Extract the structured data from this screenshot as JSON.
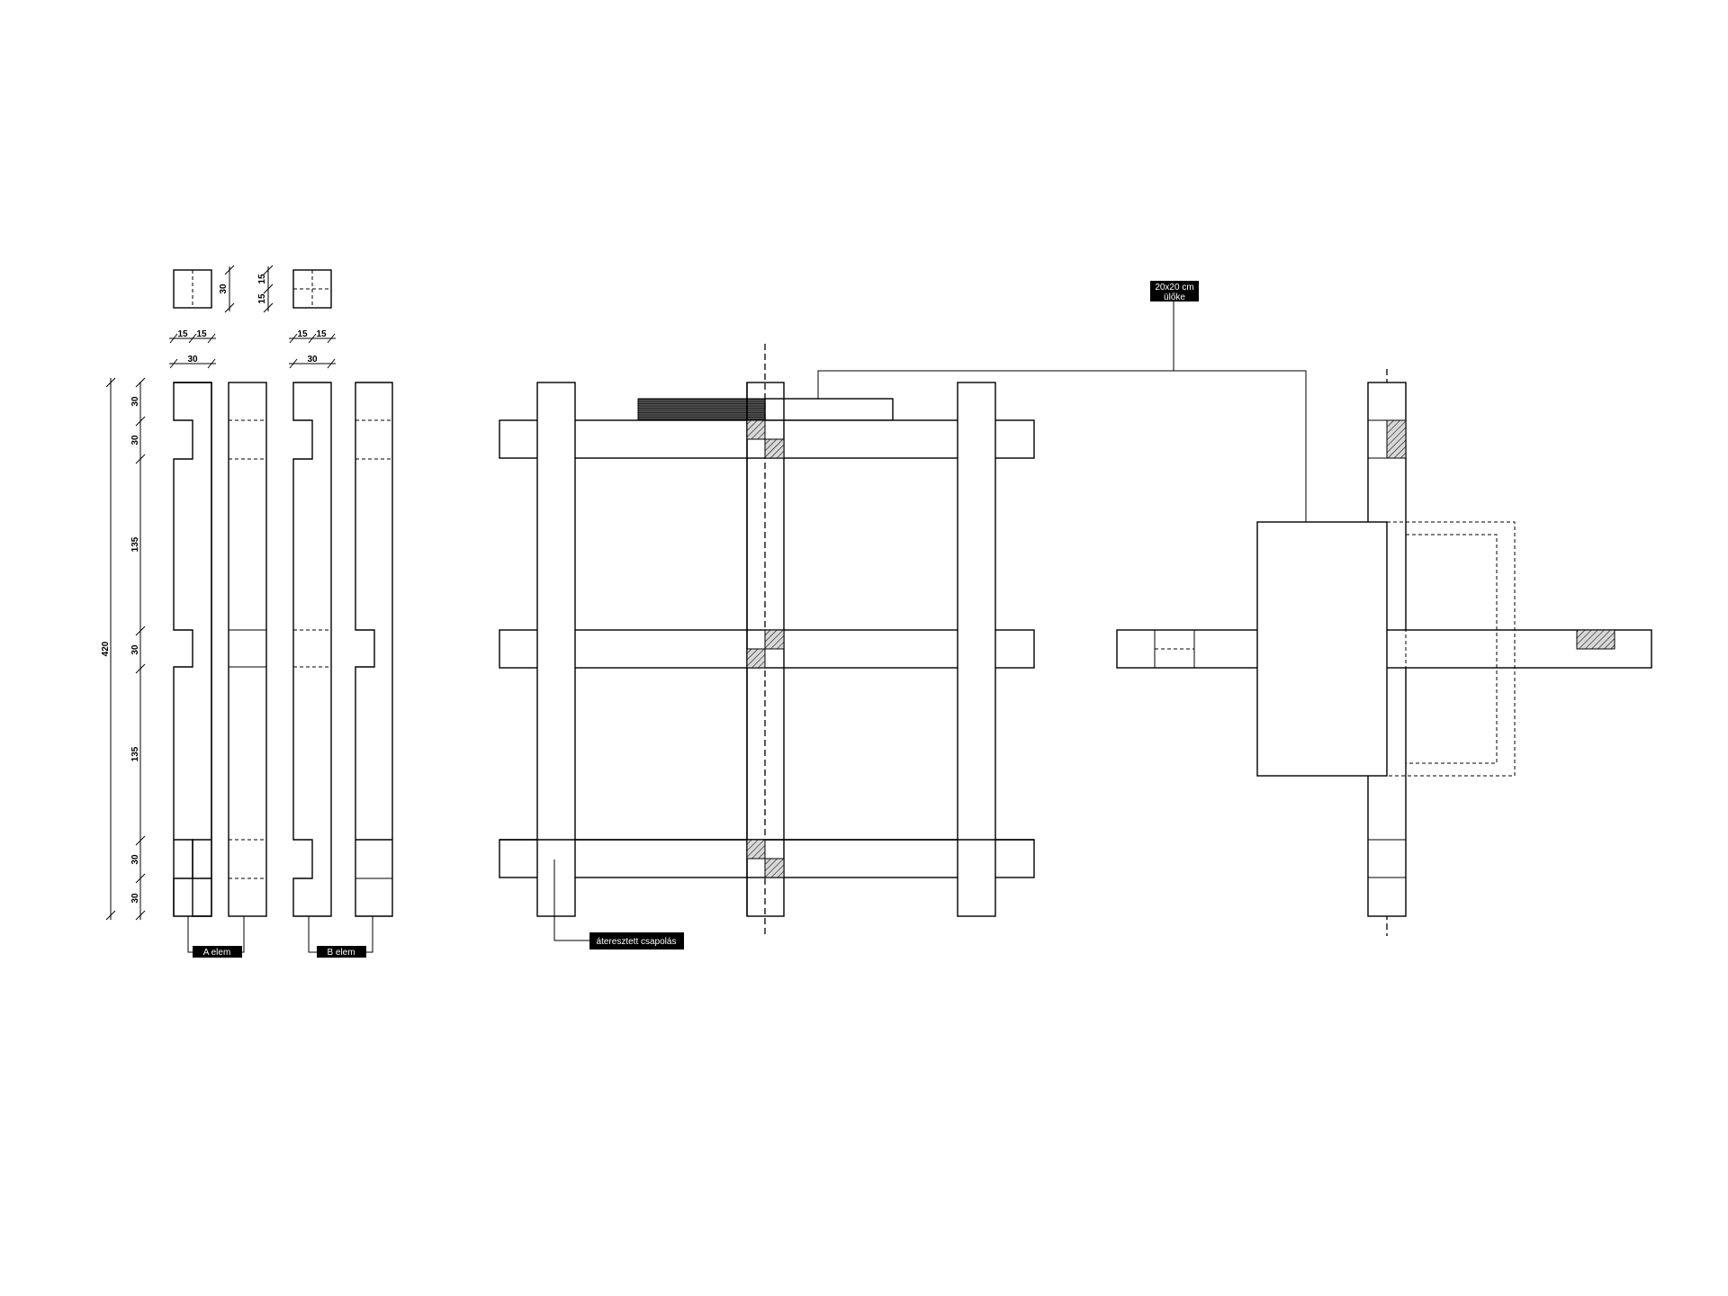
{
  "labels": {
    "element_a": "A elem",
    "element_b": "B elem",
    "joint_note": "áteresztett csapolás",
    "pad_note_line1": "20x20 cm",
    "pad_note_line2": "ülőke"
  },
  "dimensions": {
    "total_height": "420",
    "seg_top_1": "30",
    "seg_top_2": "30",
    "seg_mid_upper": "135",
    "seg_center": "30",
    "seg_mid_lower": "135",
    "seg_bottom_1": "30",
    "seg_bottom_2": "30",
    "section_a_height": "30",
    "section_b_half_1": "15",
    "section_b_half_2": "15",
    "width_a_half_1": "15",
    "width_a_half_2": "15",
    "width_a_total": "30",
    "width_b_half_1": "15",
    "width_b_half_2": "15",
    "width_b_total": "30"
  },
  "colors": {
    "line": "#000000",
    "background": "#ffffff",
    "label_fill": "#000000",
    "label_text": "#ffffff"
  }
}
